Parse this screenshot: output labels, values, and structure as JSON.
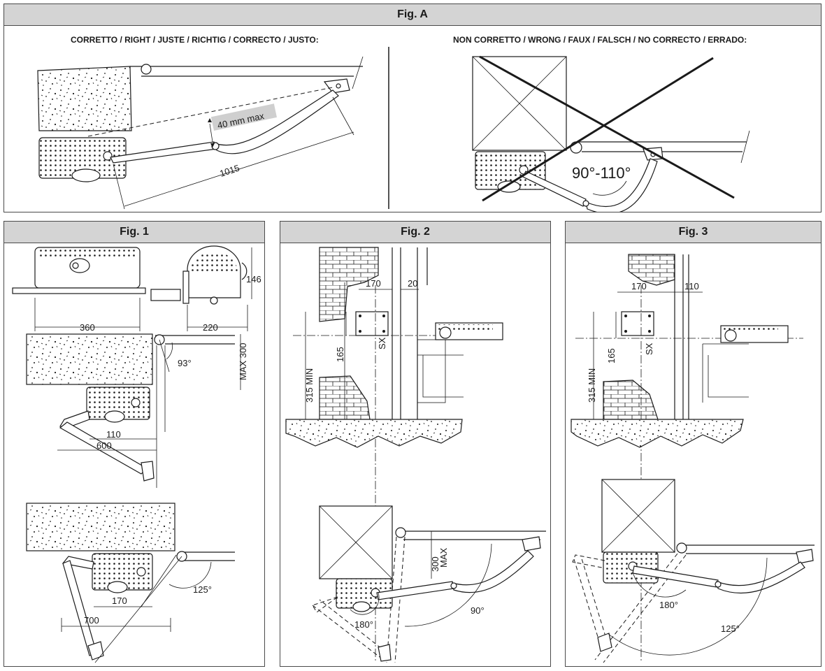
{
  "figA": {
    "title": "Fig. A",
    "right_caption": "CORRETTO / RIGHT / JUSTE / RICHTIG / CORRECTO / JUSTO:",
    "wrong_caption": "NON CORRETTO / WRONG / FAUX / FALSCH / NO CORRECTO / ERRADO:",
    "dim_offset": "40 mm max",
    "dim_arm": "1015",
    "angle_range": "90°-110°"
  },
  "fig1": {
    "title": "Fig. 1",
    "dim_width": "360",
    "dim_depth": "220",
    "dim_height": "146",
    "angle_a": "93°",
    "dim_max": "MAX 300",
    "dim_110": "110",
    "dim_600": "600",
    "angle_b": "125°",
    "dim_170": "170",
    "dim_700": "700"
  },
  "fig2": {
    "title": "Fig. 2",
    "dim_170": "170",
    "dim_20": "20",
    "dim_165": "165",
    "dim_315": "315 MIN",
    "sx": "SX",
    "dim_300": "300",
    "max": "MAX",
    "angle_90": "90°",
    "angle_180": "180°"
  },
  "fig3": {
    "title": "Fig. 3",
    "dim_170": "170",
    "dim_110": "110",
    "dim_165": "165",
    "dim_315": "315 MIN",
    "sx": "SX",
    "angle_180": "180°",
    "angle_125": "125°"
  }
}
